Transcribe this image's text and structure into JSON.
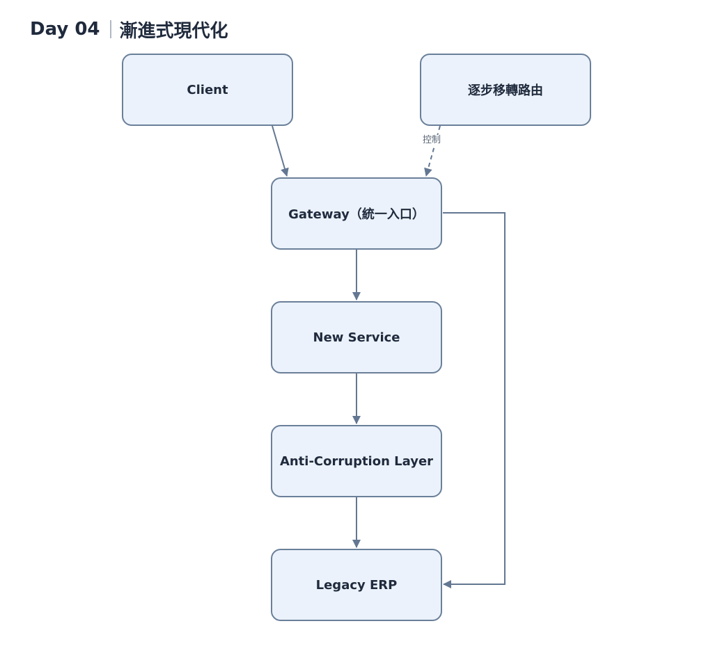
{
  "header": {
    "title_main": "Day 04",
    "title_sub": "漸進式現代化"
  },
  "colors": {
    "node_fill": "#ebf2fb",
    "node_border": "#6a7f99",
    "edge": "#637792",
    "title_text": "#1f2a3c"
  },
  "nodes": {
    "client": "Client",
    "routing": "逐步移轉路由",
    "gateway": "Gateway（統一入口）",
    "new_service": "New Service",
    "acl": "Anti-Corruption Layer",
    "legacy": "Legacy ERP"
  },
  "edges": [
    {
      "from": "client",
      "to": "gateway",
      "style": "solid",
      "label": ""
    },
    {
      "from": "routing",
      "to": "gateway",
      "style": "dashed",
      "label": "控制"
    },
    {
      "from": "gateway",
      "to": "new_service",
      "style": "solid",
      "label": ""
    },
    {
      "from": "new_service",
      "to": "acl",
      "style": "solid",
      "label": ""
    },
    {
      "from": "acl",
      "to": "legacy",
      "style": "solid",
      "label": ""
    },
    {
      "from": "gateway",
      "to": "legacy",
      "style": "solid",
      "label": ""
    }
  ]
}
